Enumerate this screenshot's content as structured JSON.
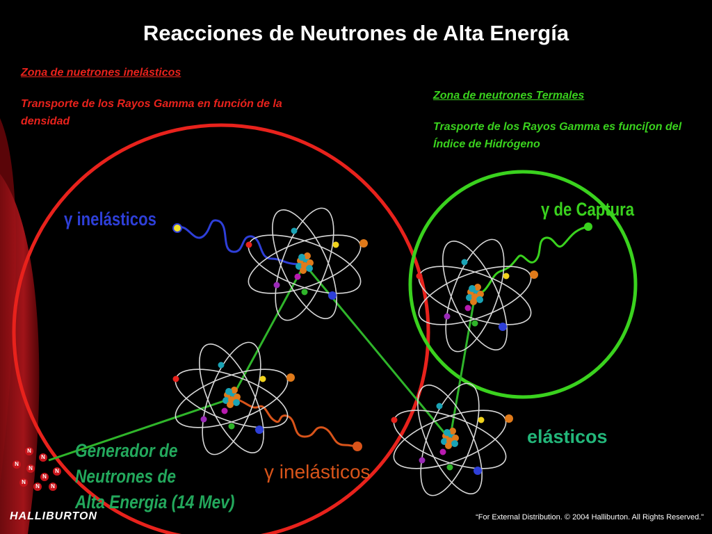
{
  "title": "Reacciones de Neutrones de Alta Energía",
  "zone_inelastic": {
    "heading": "Zona de nuetrones inelásticos",
    "text": "Transporte de los Rayos Gamma en función de la densidad"
  },
  "zone_thermal": {
    "heading": "Zona de neutrones Termales",
    "text": "Trasporte de los Rayos Gamma es funci[on del Índice de Hidrógeno"
  },
  "labels": {
    "gamma_inelastic_top": "γ inelásticos",
    "gamma_capture": "γ  de Captura",
    "elastic": "elásticos",
    "gamma_inelastic_bottom": "γ inelásticos",
    "generator_lines": [
      "Generador de",
      "Neutrones de",
      "Alta Energia (14 Mev)"
    ]
  },
  "neutron_symbol": "N",
  "footer": {
    "logo": "HALLIBURTON",
    "copyright": "“For External Distribution. © 2004 Halliburton. All Rights Reserved.”"
  },
  "colors": {
    "background": "#000000",
    "inelastic_zone": "#e8221c",
    "thermal_zone": "#3ad21e",
    "gamma_inelastic_top": "#2e3fd8",
    "gamma_inelastic_bottom": "#d9541a",
    "neutron_path": "#2fb52a"
  }
}
